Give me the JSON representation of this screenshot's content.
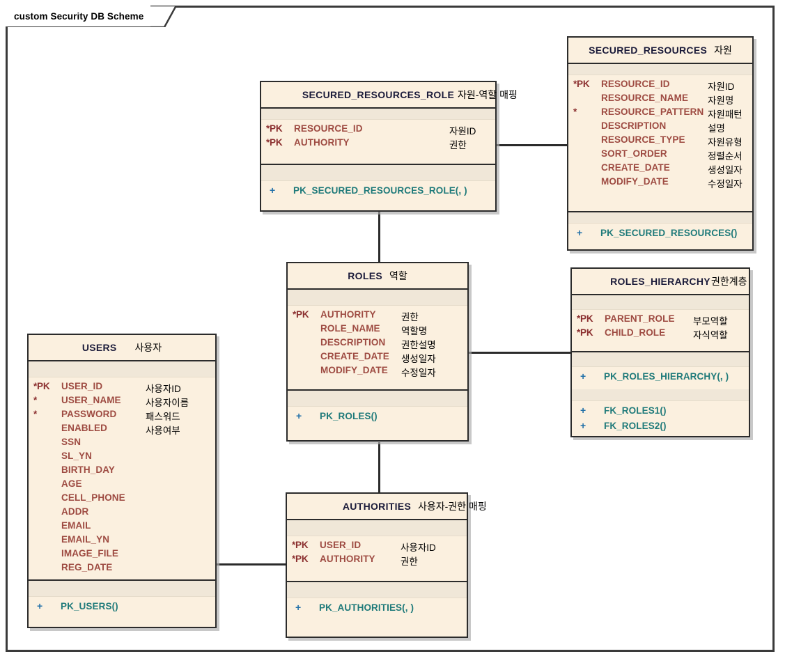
{
  "frame": {
    "title": "custom Security DB Scheme"
  },
  "entities": [
    {
      "id": "secured_resources",
      "name": "SECURED_RESOURCES",
      "name_kr": "자원",
      "attributes": [
        {
          "key": "*PK",
          "name": "RESOURCE_ID",
          "kr": "자원ID"
        },
        {
          "key": "",
          "name": "RESOURCE_NAME",
          "kr": "자원명"
        },
        {
          "key": "*",
          "name": "RESOURCE_PATTERN",
          "kr": "자원패턴"
        },
        {
          "key": "",
          "name": "DESCRIPTION",
          "kr": "설명"
        },
        {
          "key": "",
          "name": "RESOURCE_TYPE",
          "kr": "자원유형"
        },
        {
          "key": "",
          "name": "SORT_ORDER",
          "kr": "정렬순서"
        },
        {
          "key": "",
          "name": "CREATE_DATE",
          "kr": "생성일자"
        },
        {
          "key": "",
          "name": "MODIFY_DATE",
          "kr": "수정일자"
        }
      ],
      "keys": [
        {
          "plus": "+",
          "label": "PK_SECURED_RESOURCES()"
        }
      ]
    },
    {
      "id": "secured_resources_role",
      "name": "SECURED_RESOURCES_ROLE",
      "name_kr": "자원-역할 매핑",
      "attributes": [
        {
          "key": "*PK",
          "name": "RESOURCE_ID",
          "kr": "자원ID"
        },
        {
          "key": "*PK",
          "name": "AUTHORITY",
          "kr": "권한"
        }
      ],
      "keys": [
        {
          "plus": "+",
          "label": "PK_SECURED_RESOURCES_ROLE(, )"
        }
      ]
    },
    {
      "id": "roles",
      "name": "ROLES",
      "name_kr": "역할",
      "attributes": [
        {
          "key": "*PK",
          "name": "AUTHORITY",
          "kr": "권한"
        },
        {
          "key": "",
          "name": "ROLE_NAME",
          "kr": "역할명"
        },
        {
          "key": "",
          "name": "DESCRIPTION",
          "kr": "권한설명"
        },
        {
          "key": "",
          "name": "CREATE_DATE",
          "kr": "생성일자"
        },
        {
          "key": "",
          "name": "MODIFY_DATE",
          "kr": "수정일자"
        }
      ],
      "keys": [
        {
          "plus": "+",
          "label": "PK_ROLES()"
        }
      ]
    },
    {
      "id": "roles_hierarchy",
      "name": "ROLES_HIERARCHY",
      "name_kr": "권한계층",
      "attributes": [
        {
          "key": "*PK",
          "name": "PARENT_ROLE",
          "kr": "부모역할"
        },
        {
          "key": "*PK",
          "name": "CHILD_ROLE",
          "kr": "자식역할"
        }
      ],
      "keys": [
        {
          "plus": "+",
          "label": "PK_ROLES_HIERARCHY(, )"
        },
        {
          "plus": "+",
          "label": "FK_ROLES1()"
        },
        {
          "plus": "+",
          "label": "FK_ROLES2()"
        }
      ]
    },
    {
      "id": "users",
      "name": "USERS",
      "name_kr": "사용자",
      "attributes": [
        {
          "key": "*PK",
          "name": "USER_ID",
          "kr": "사용자ID"
        },
        {
          "key": "*",
          "name": "USER_NAME",
          "kr": "사용자이름"
        },
        {
          "key": "*",
          "name": "PASSWORD",
          "kr": "패스워드"
        },
        {
          "key": "",
          "name": "ENABLED",
          "kr": "사용여부"
        },
        {
          "key": "",
          "name": "SSN",
          "kr": ""
        },
        {
          "key": "",
          "name": "SL_YN",
          "kr": ""
        },
        {
          "key": "",
          "name": "BIRTH_DAY",
          "kr": ""
        },
        {
          "key": "",
          "name": "AGE",
          "kr": ""
        },
        {
          "key": "",
          "name": "CELL_PHONE",
          "kr": ""
        },
        {
          "key": "",
          "name": "ADDR",
          "kr": ""
        },
        {
          "key": "",
          "name": "EMAIL",
          "kr": ""
        },
        {
          "key": "",
          "name": "EMAIL_YN",
          "kr": ""
        },
        {
          "key": "",
          "name": "IMAGE_FILE",
          "kr": ""
        },
        {
          "key": "",
          "name": "REG_DATE",
          "kr": ""
        }
      ],
      "keys": [
        {
          "plus": "+",
          "label": "PK_USERS()"
        }
      ]
    },
    {
      "id": "authorities",
      "name": "AUTHORITIES",
      "name_kr": "사용자-권한 매핑",
      "attributes": [
        {
          "key": "*PK",
          "name": "USER_ID",
          "kr": "사용자ID"
        },
        {
          "key": "*PK",
          "name": "AUTHORITY",
          "kr": "권한"
        }
      ],
      "keys": [
        {
          "plus": "+",
          "label": "PK_AUTHORITIES(, )"
        }
      ]
    }
  ],
  "colors": {
    "entity_fill": "#fbf0df",
    "entity_border": "#2b2b2b",
    "attribute_text": "#9e4b42",
    "key_text": "#1f7a7a",
    "plus_text": "#1f6fa8",
    "title_text": "#1b1b3a",
    "korean_text": "#000000",
    "connector": "#2b2b2b"
  }
}
